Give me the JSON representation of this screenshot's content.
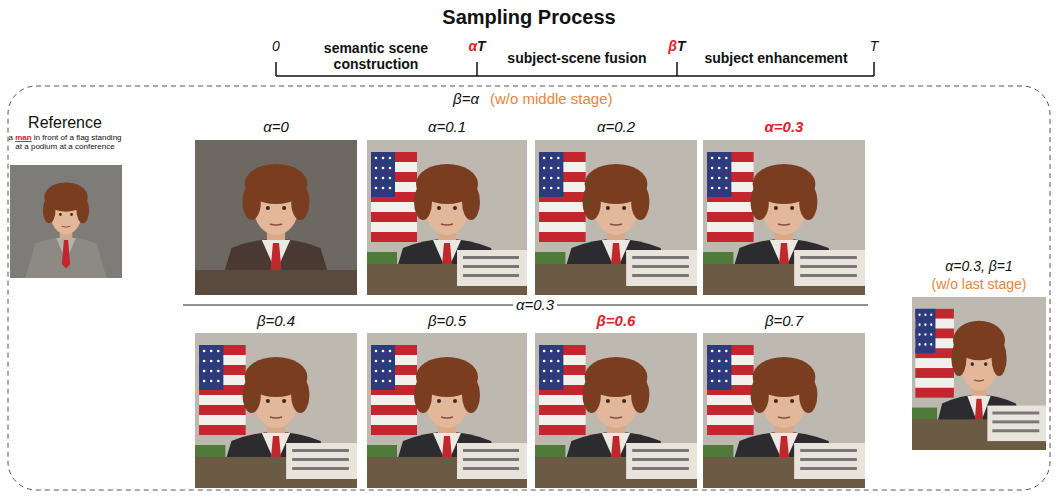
{
  "diagram": {
    "title": "Sampling Process",
    "labels": [
      "0",
      "αT",
      "βT",
      "T",
      "semantic scene construction",
      "subject-scene fusion",
      "subject enhancement",
      "β=α",
      "(w/o middle stage)",
      "α=0",
      "α=0.1",
      "α=0.2",
      "α=0.3",
      "Reference",
      "a man in front of a flag standing at a podium at a conference",
      "α=0.3, β=1",
      "(w/o last stage)",
      "α=0.3",
      "β=0.4",
      "β=0.5",
      "β=0.6",
      "β=0.7"
    ]
  }
}
